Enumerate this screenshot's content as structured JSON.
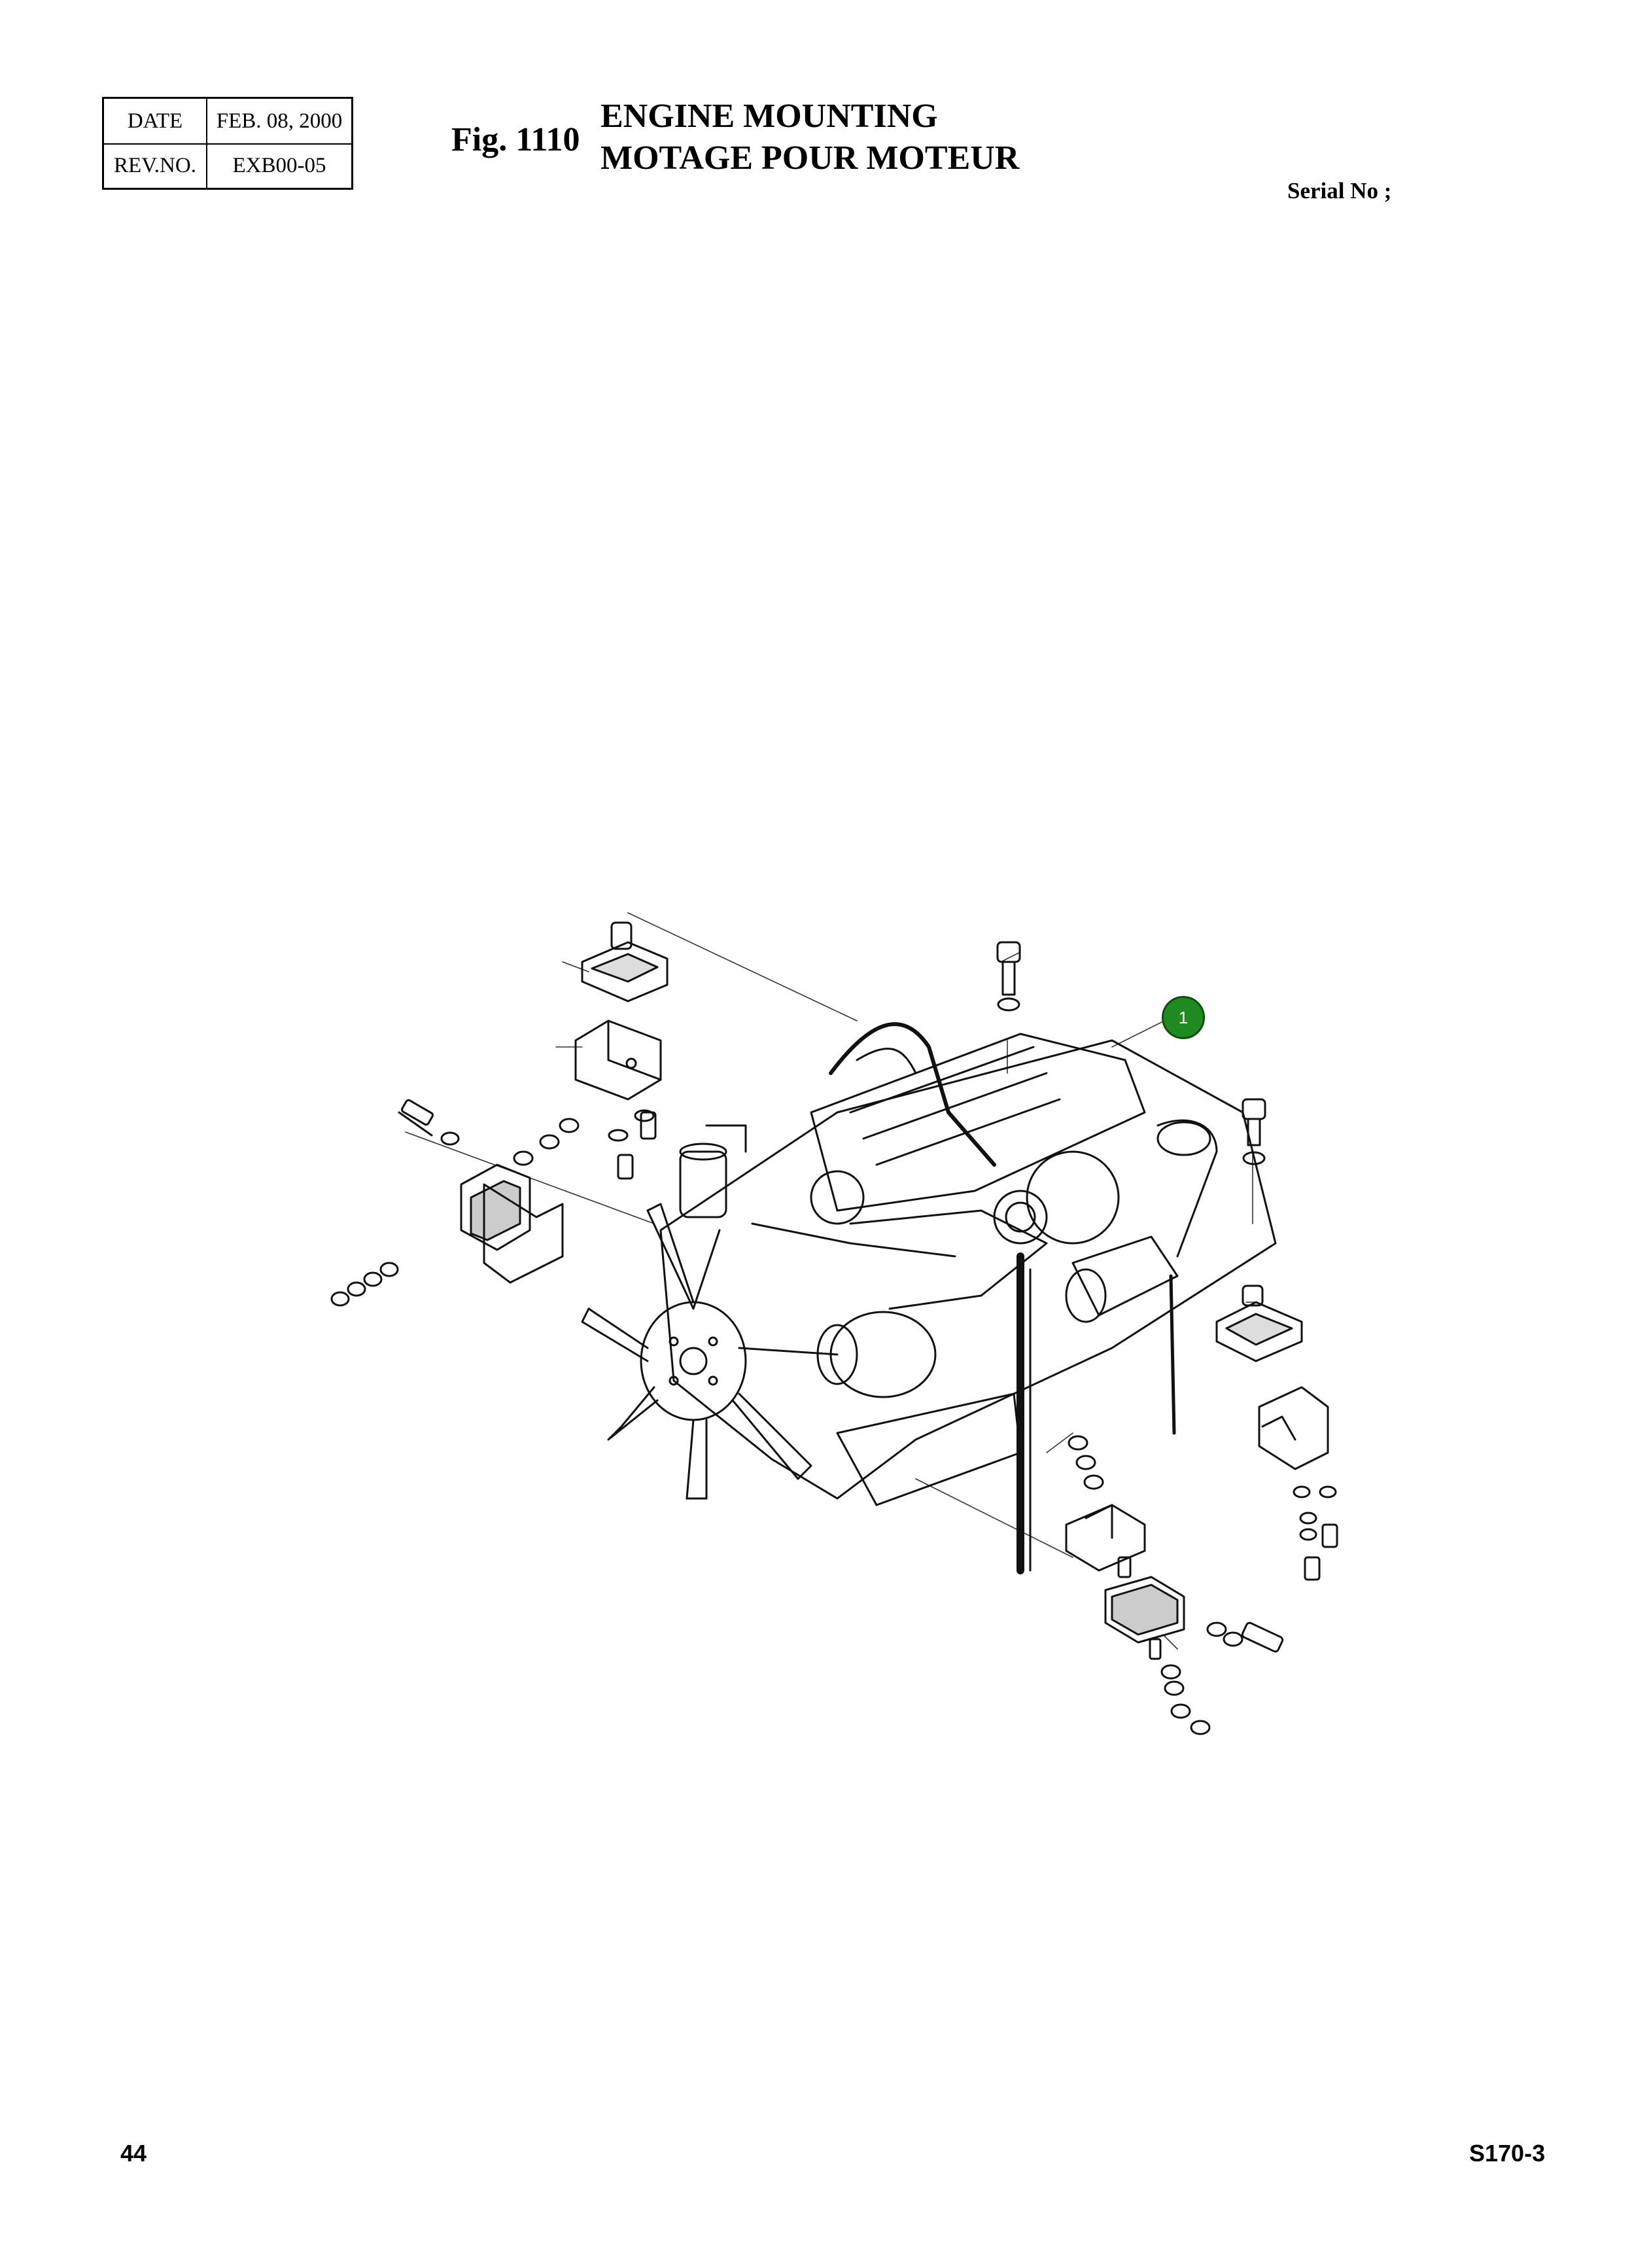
{
  "header": {
    "date_label": "DATE",
    "date_value": "FEB. 08, 2000",
    "rev_label": "REV.NO.",
    "rev_value": "EXB00-05",
    "fig_number": "Fig. 1110",
    "title_en": "ENGINE MOUNTING",
    "title_fr": "MOTAGE POUR MOTEUR",
    "serial_label": "Serial No ;"
  },
  "callouts": [
    {
      "number": "1",
      "color": "#1f8a1f"
    }
  ],
  "footer": {
    "page_number": "44",
    "model": "S170-3"
  }
}
